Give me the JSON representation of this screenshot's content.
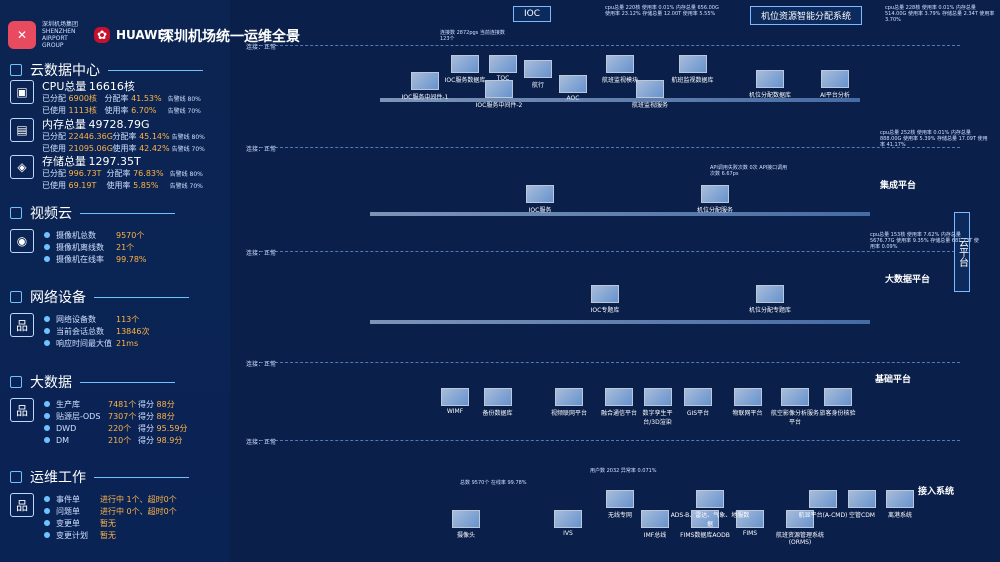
{
  "header": {
    "logo_text": "深圳机场集团 SHENZHEN AIRPORT GROUP",
    "huawei": "HUAWEI",
    "title": "深圳机场统一运维全景"
  },
  "cloud": {
    "title": "云数据中心",
    "cpu": {
      "label": "CPU总量",
      "value": "16616核",
      "alloc_label": "已分配",
      "alloc": "6900核",
      "alloc_rate_label": "分配率",
      "alloc_rate": "41.53%",
      "used_label": "已使用",
      "used": "1113核",
      "used_rate_label": "使用率",
      "used_rate": "6.70%",
      "t1": "告警线 80%",
      "t2": "告警线 70%"
    },
    "mem": {
      "label": "内存总量",
      "value": "49728.79G",
      "alloc_label": "已分配",
      "alloc": "22446.36G",
      "alloc_rate_label": "分配率",
      "alloc_rate": "45.14%",
      "used_label": "已使用",
      "used": "21095.06G",
      "used_rate_label": "使用率",
      "used_rate": "42.42%",
      "t1": "告警线 80%",
      "t2": "告警线 70%"
    },
    "sto": {
      "label": "存储总量",
      "value": "1297.35T",
      "alloc_label": "已分配",
      "alloc": "996.73T",
      "alloc_rate_label": "分配率",
      "alloc_rate": "76.83%",
      "used_label": "已使用",
      "used": "69.19T",
      "used_rate_label": "使用率",
      "used_rate": "5.85%",
      "t1": "告警线 80%",
      "t2": "告警线 70%"
    }
  },
  "video": {
    "title": "视频云",
    "rows": [
      {
        "label": "摄像机总数",
        "value": "9570个"
      },
      {
        "label": "摄像机离线数",
        "value": "21个"
      },
      {
        "label": "摄像机在线率",
        "value": "99.78%"
      }
    ]
  },
  "network": {
    "title": "网络设备",
    "rows": [
      {
        "label": "网络设备数",
        "value": "113个"
      },
      {
        "label": "当前会话总数",
        "value": "13846次"
      },
      {
        "label": "响应时间最大值",
        "value": "21ms"
      }
    ]
  },
  "bigdata": {
    "title": "大数据",
    "rows": [
      {
        "label": "生产库",
        "value": "7481个",
        "score_label": "得分",
        "score": "88分"
      },
      {
        "label": "贴源层-ODS",
        "value": "7307个",
        "score_label": "得分",
        "score": "88分"
      },
      {
        "label": "DWD",
        "value": "220个",
        "score_label": "得分",
        "score": "95.59分"
      },
      {
        "label": "DM",
        "value": "210个",
        "score_label": "得分",
        "score": "98.9分"
      }
    ]
  },
  "ops": {
    "title": "运维工作",
    "rows": [
      {
        "label": "事件单",
        "value": "进行中 1个、超时0个"
      },
      {
        "label": "问题单",
        "value": "进行中 0个、超时0个"
      },
      {
        "label": "变更单",
        "value": "暂无"
      },
      {
        "label": "变更计划",
        "value": "暂无"
      }
    ]
  },
  "main": {
    "conn_label": "连接：正常",
    "ioc_title": "IOC",
    "resource_title": "机位资源智能分配系统",
    "ioc_metrics": "cpu总量 220核 使用率 0.01%  内存总量 656.00G 使用率 23.12%  存储总量 12.00T 使用率 5.55%",
    "res_metrics": "cpu总量 228核 使用率 0.01%  内存总量 514.00G 使用率 3.79%  存储总量 2.34T 使用率 3.70%",
    "integration_metrics": "cpu总量 252核 使用率 0.01%  内存总量 888.00G 使用率 5.39%  存储总量 17.09T 使用率 41.17%",
    "bigdata_metrics": "cpu总量 153核 使用率 7.62%  内存总量 5676.77G 使用率 9.35%  存储总量 681.73T 使用率 0.09%",
    "layer_integration": "集成平台",
    "layer_bigdata": "大数据平台",
    "layer_base": "基础平台",
    "layer_access": "接入系统",
    "cloud_platform": "云平台",
    "ioc_nodes": [
      "IOC服务中间件-1",
      "IOC服务数据库",
      "TOC",
      "航行",
      "AOC",
      "航班监视模块",
      "航班监视数据库",
      "IOC服务中间件-2",
      "航班监视服务"
    ],
    "res_nodes": [
      "机位分配数据库",
      "AI平台分析"
    ],
    "integration_nodes": [
      "IOC服务",
      "机位分配服务"
    ],
    "bigdata_nodes": [
      "IOC专题库",
      "机位分配专题库"
    ],
    "base_nodes": [
      "WIMF",
      "备份数据库",
      "视频联网平台",
      "融合通信平台",
      "数字孪生平台/3D渲染",
      "GIS平台",
      "物联网平台",
      "航空影像分析服务平台",
      "旅客身份核验"
    ],
    "access_nodes": [
      "摄像头",
      "IVS",
      "无线专网",
      "IMF总线",
      "FIMS数据库AODB",
      "FIMS",
      "ADS-B、雷达、气象、地服数据",
      "航班资源管理系统(ORMS)",
      "航显平台(A-CMD)",
      "空管CDM",
      "离港系统"
    ],
    "ioc_server_stats": "连接数 2872pgs  当前连接数 123个",
    "api_stats": "API调用失败次数 0次  API接口调用次数 6.67ps",
    "video_stats": "总数 9570个  在线率 99.78%",
    "net_stats": "用户数 2032  异常率 0.071%"
  }
}
